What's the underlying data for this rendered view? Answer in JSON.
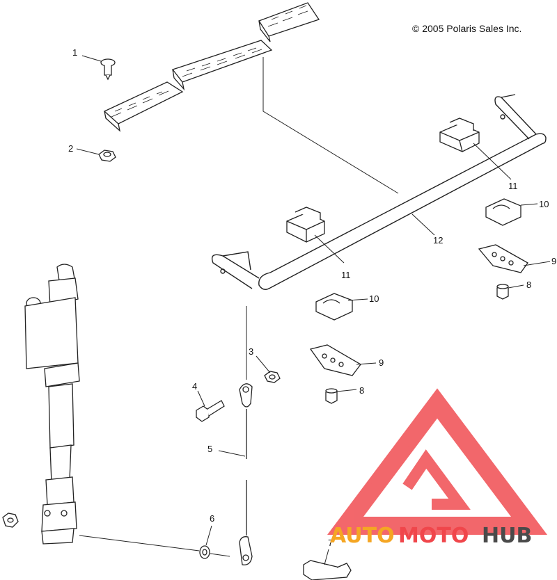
{
  "copyright": "© 2005 Polaris Sales Inc.",
  "callouts": [
    {
      "id": "c1",
      "label": "1"
    },
    {
      "id": "c2",
      "label": "2"
    },
    {
      "id": "c3",
      "label": "3"
    },
    {
      "id": "c4",
      "label": "4"
    },
    {
      "id": "c5",
      "label": "5"
    },
    {
      "id": "c6",
      "label": "6"
    },
    {
      "id": "c7",
      "label": "7"
    },
    {
      "id": "c8a",
      "label": "8"
    },
    {
      "id": "c8b",
      "label": "8"
    },
    {
      "id": "c9a",
      "label": "9"
    },
    {
      "id": "c9b",
      "label": "9"
    },
    {
      "id": "c10a",
      "label": "10"
    },
    {
      "id": "c10b",
      "label": "10"
    },
    {
      "id": "c11a",
      "label": "11"
    },
    {
      "id": "c11b",
      "label": "11"
    },
    {
      "id": "c12",
      "label": "12"
    }
  ],
  "watermark": {
    "word_auto": "AUTO",
    "word_moto": "MOTO",
    "word_hub": "HUB",
    "color_red": "#f0464b",
    "color_orange": "#f5a623",
    "color_gray": "#4a4a4a"
  }
}
